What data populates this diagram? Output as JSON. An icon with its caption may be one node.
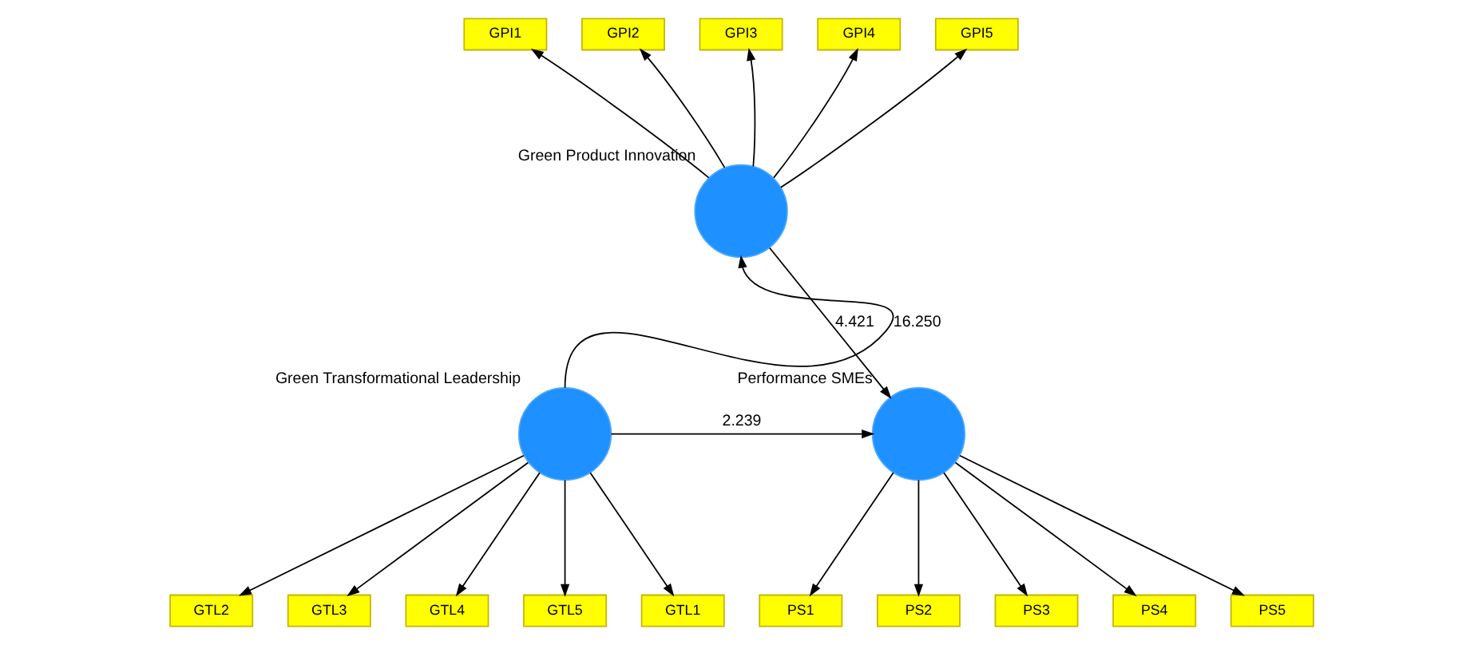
{
  "diagram": {
    "nodes": [
      {
        "text": [
          "GPI1"
        ]
      },
      {
        "text": [
          "GPI2"
        ]
      },
      {
        "text": [
          "GPI3"
        ]
      },
      {
        "text": [
          "GPI4"
        ]
      },
      {
        "text": [
          "GPI5"
        ]
      },
      {
        "text": [],
        "shape": "circle",
        "beside": [
          "Green Product Innovation"
        ]
      },
      {
        "text": [
          "GTL2"
        ]
      },
      {
        "text": [
          "GTL3"
        ]
      },
      {
        "text": [
          "GTL4"
        ]
      },
      {
        "text": [
          "GTL5"
        ]
      },
      {
        "text": [
          "GTL1"
        ]
      },
      {
        "text": [],
        "shape": "circle",
        "beside": [
          "Green Transformational Leadership"
        ]
      },
      {
        "text": [],
        "shape": "circle",
        "beside": [
          "Performance SMEs"
        ]
      },
      {
        "text": [
          "PS1"
        ]
      },
      {
        "text": [
          "PS2"
        ]
      },
      {
        "text": [
          "PS3"
        ]
      },
      {
        "text": [
          "PS4"
        ]
      },
      {
        "text": [
          "PS5"
        ]
      }
    ],
    "edges": [
      {
        "from": 5,
        "to": 0,
        "arrow": "to"
      },
      {
        "from": 5,
        "to": 1,
        "arrow": "to"
      },
      {
        "from": 5,
        "to": 2,
        "arrow": "to"
      },
      {
        "from": 5,
        "to": 3,
        "arrow": "to"
      },
      {
        "from": 5,
        "to": 4,
        "arrow": "to"
      },
      {
        "from": 11,
        "to": 6,
        "arrow": "to"
      },
      {
        "from": 11,
        "to": 7,
        "arrow": "to"
      },
      {
        "from": 11,
        "to": 8,
        "arrow": "to"
      },
      {
        "from": 11,
        "to": 9,
        "arrow": "to"
      },
      {
        "from": 11,
        "to": 10,
        "arrow": "to"
      },
      {
        "from": 12,
        "to": 13,
        "arrow": "to"
      },
      {
        "from": 12,
        "to": 14,
        "arrow": "to"
      },
      {
        "from": 12,
        "to": 15,
        "arrow": "to"
      },
      {
        "from": 12,
        "to": 16,
        "arrow": "to"
      },
      {
        "from": 12,
        "to": 17,
        "arrow": "to"
      },
      {
        "from": 11,
        "to": 5,
        "arrow": "to",
        "label": "16.250"
      },
      {
        "from": 5,
        "to": 12,
        "arrow": "to",
        "label": "4.421"
      },
      {
        "from": 11,
        "to": 12,
        "arrow": "to",
        "label": "2.239"
      }
    ]
  }
}
